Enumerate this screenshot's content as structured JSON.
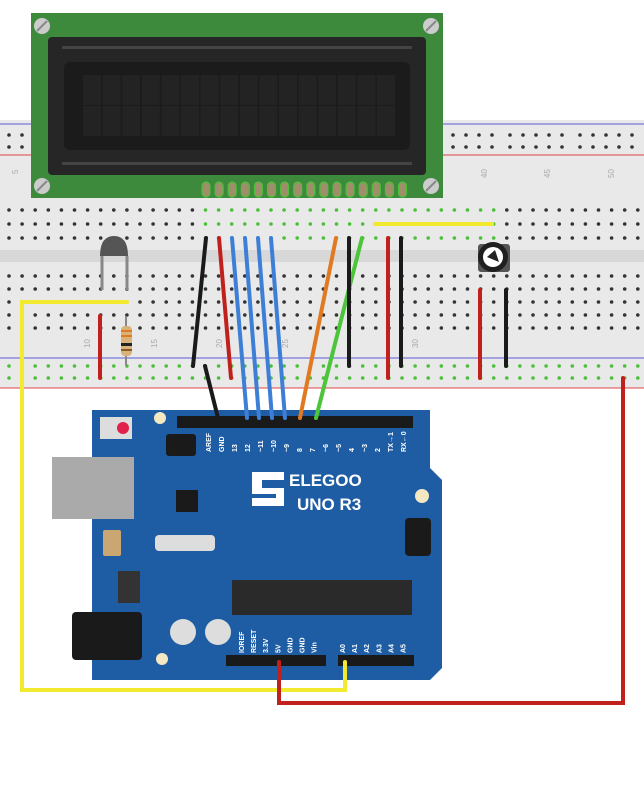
{
  "diagram": {
    "title": "Thermistor temperature display circuit (LCD1602 + ELEGOO UNO R3)",
    "components": {
      "lcd": {
        "name": "LCD 16x2 display",
        "columns": 16,
        "rows": 2,
        "pins": 16
      },
      "board": {
        "brand": "ELEGOO",
        "model": "UNO R3"
      },
      "thermistor": {
        "name": "Thermistor"
      },
      "resistor": {
        "name": "Resistor"
      },
      "potentiometer": {
        "name": "Potentiometer"
      }
    },
    "breadboard": {
      "column_labels": [
        "5",
        "10",
        "15",
        "20",
        "25",
        "30",
        "40",
        "45",
        "50"
      ]
    },
    "board_labels": {
      "digital_header": [
        "AREF",
        "GND",
        "13",
        "12",
        "~11",
        "~10",
        "~9",
        "8",
        "7",
        "~6",
        "~5",
        "4",
        "~3",
        "2",
        "TX→1",
        "RX←0"
      ],
      "power_header": [
        "IOREF",
        "RESET",
        "3.3V",
        "5V",
        "GND",
        "GND",
        "Vin"
      ],
      "analog_header": [
        "A0",
        "A1",
        "A2",
        "A3",
        "A4",
        "A5"
      ]
    },
    "wire_colors": {
      "black": "#1a1a1a",
      "red": "#c0211c",
      "blue": "#3d7fd6",
      "orange": "#e07a22",
      "green": "#4cc53a",
      "yellow": "#f2ea2e"
    },
    "colors": {
      "lcd_pcb": "#3a8a3a",
      "lcd_bezel": "#2a2a2a",
      "board_blue": "#1e5b9e",
      "breadboard": "#e8e8e8"
    }
  }
}
